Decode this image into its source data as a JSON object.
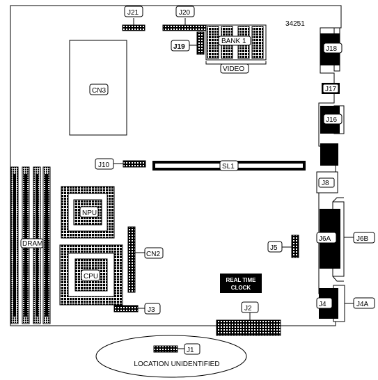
{
  "board_id": "34251",
  "labels": {
    "j21": "J21",
    "j20": "J20",
    "j19": "J19",
    "bank1": "BANK 1",
    "video": "VIDEO",
    "j18": "J18",
    "j17": "J17",
    "j16": "J16",
    "j8": "J8",
    "j10": "J10",
    "sl1": "SL1",
    "cn3": "CN3",
    "npu": "NPU",
    "cpu": "CPU",
    "dram": "DRAM",
    "cn2": "CN2",
    "j5": "J5",
    "j6a": "J6A",
    "j6b": "J6B",
    "rtc_line1": "REAL TIME",
    "rtc_line2": "CLOCK",
    "j3": "J3",
    "j2": "J2",
    "j4": "J4",
    "j4a": "J4A",
    "j1": "J1",
    "location": "LOCATION UNIDENTIFIED"
  },
  "colors": {
    "ink": "#000000",
    "paper": "#ffffff"
  }
}
